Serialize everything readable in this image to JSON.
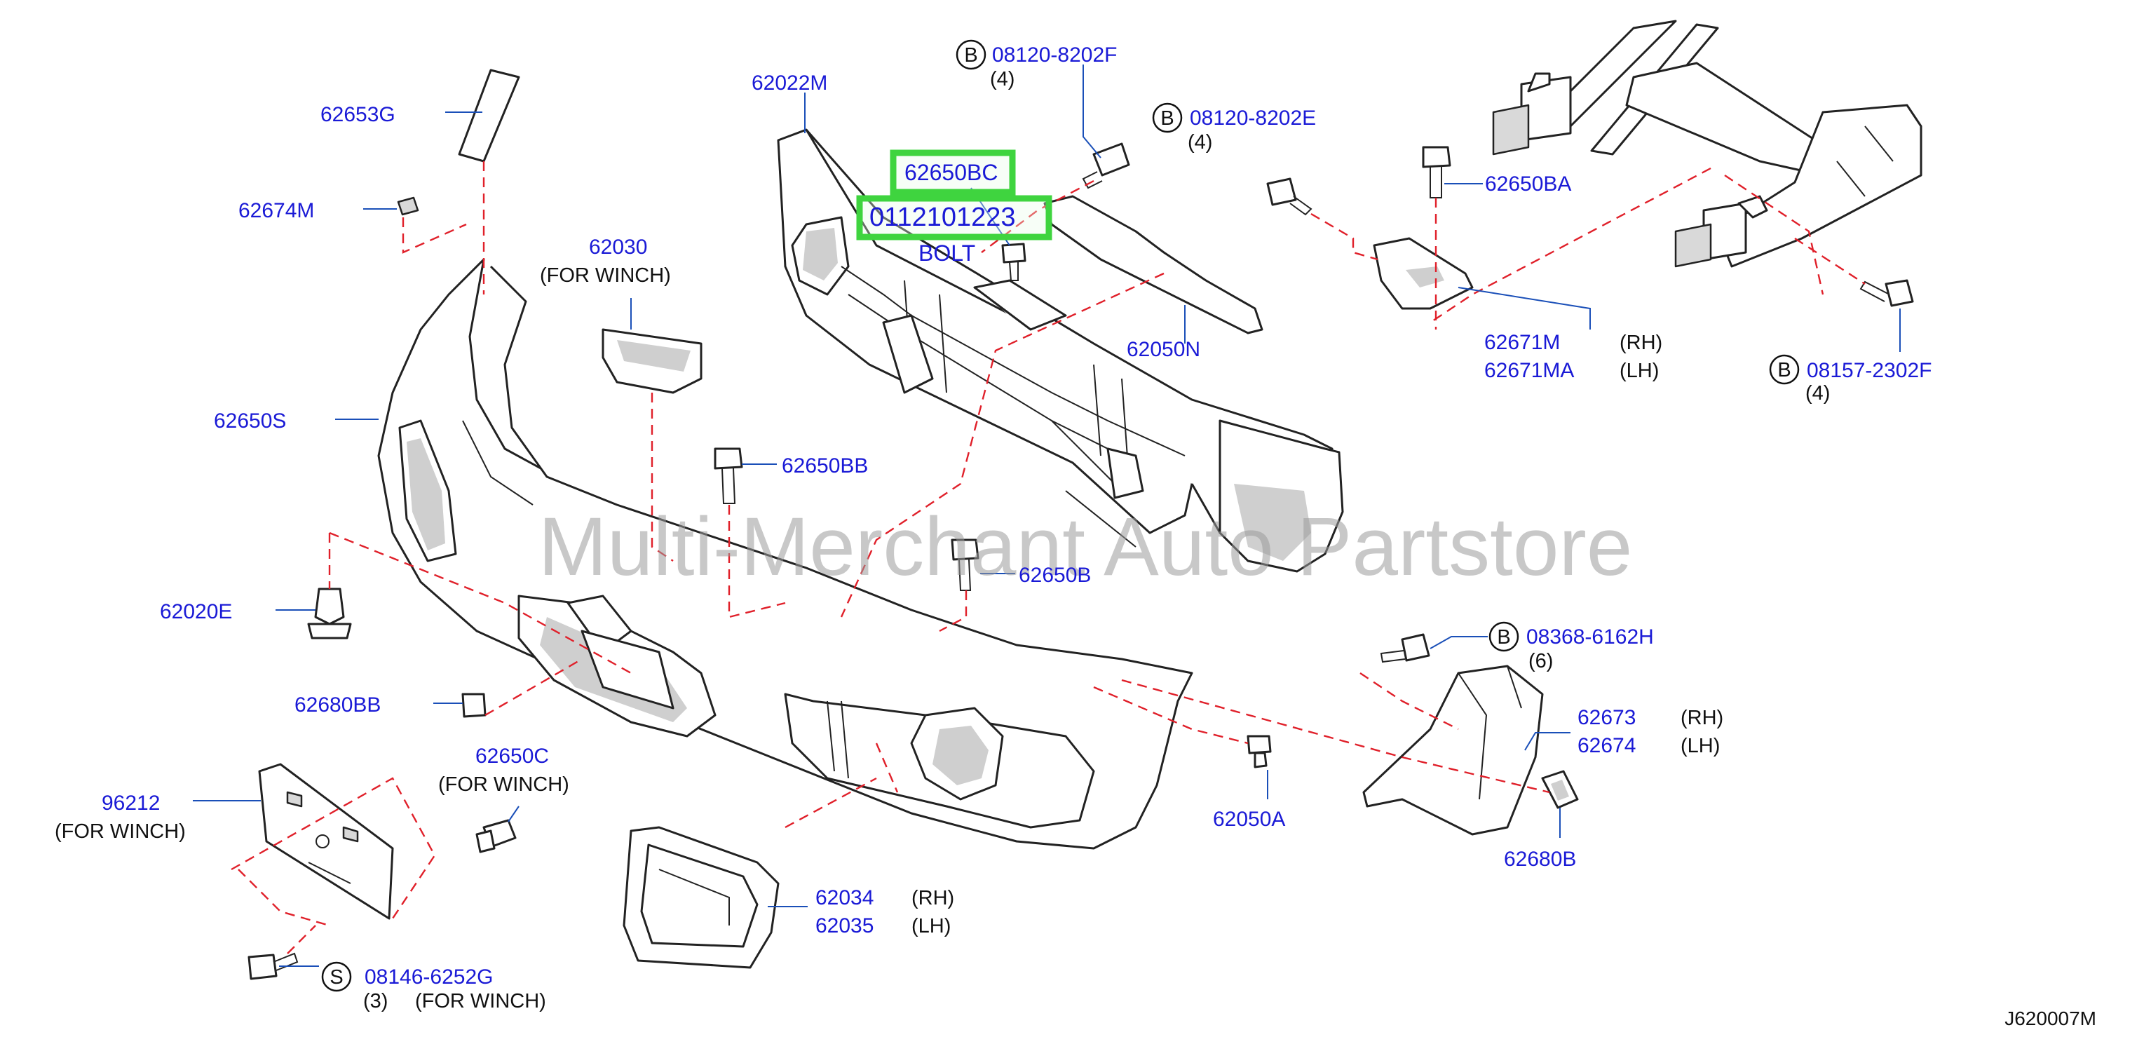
{
  "diagram_id": "J620007M",
  "watermark": "Multi-Merchant Auto Partstore",
  "highlight": {
    "part_number": "62650BC",
    "code": "0112101223",
    "name": "BOLT"
  },
  "labels": {
    "p62653G": "62653G",
    "p62674M": "62674M",
    "p62030": "62030",
    "for_winch_1": "(FOR   WINCH)",
    "p62022M": "62022M",
    "p08120_8202F": "08120-8202F",
    "qty_4a": "(4)",
    "p08120_8202E": "08120-8202E",
    "qty_4b": "(4)",
    "p62650BA": "62650BA",
    "p62050N": "62050N",
    "p62671M": "62671M",
    "rh_1": "(RH)",
    "p62671MA": "62671MA",
    "lh_1": "(LH)",
    "p08157_2302F": "08157-2302F",
    "qty_4c": "(4)",
    "p62650S": "62650S",
    "p62650BB": "62650BB",
    "p62020E": "62020E",
    "p62650B": "62650B",
    "p08368_6162H": "08368-6162H",
    "qty_6": "(6)",
    "p62673": "62673",
    "rh_2": "(RH)",
    "p62674": "62674",
    "lh_2": "(LH)",
    "p62680BB": "62680BB",
    "p62050A": "62050A",
    "p62680B": "62680B",
    "p96212": "96212",
    "for_winch_2": "(FOR   WINCH)",
    "p62650C": "62650C",
    "for_winch_3": "(FOR   WINCH)",
    "p62034": "62034",
    "rh_3": "(RH)",
    "p62035": "62035",
    "lh_3": "(LH)",
    "p08146_6252G": "08146-6252G",
    "qty_3": "(3)",
    "for_winch_4": "(FOR   WINCH)"
  },
  "callouts": {
    "b": "B",
    "s": "S"
  }
}
